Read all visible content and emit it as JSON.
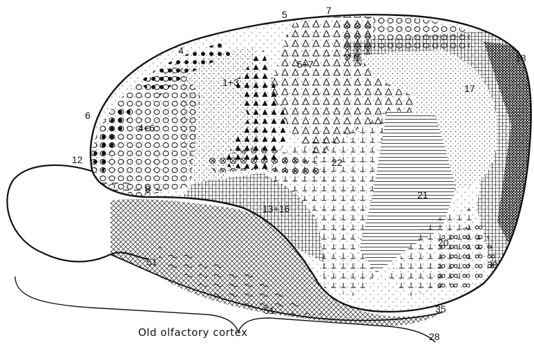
{
  "figure": {
    "caption": "Old olfactory cortex",
    "area_labels": {
      "a5": "5",
      "a7": "7",
      "a4": "4",
      "a5p7": "5+7",
      "a1p3": "1+3",
      "a18": "18",
      "a17": "17",
      "a6": "6",
      "a4p6": "4+6",
      "a12": "12",
      "a8": "8",
      "a22": "22",
      "a21": "21",
      "a13p16": "13+16",
      "a20": "20",
      "a51a": "51",
      "a51b": "51",
      "a30": "30",
      "a35": "35",
      "a28": "28"
    }
  }
}
